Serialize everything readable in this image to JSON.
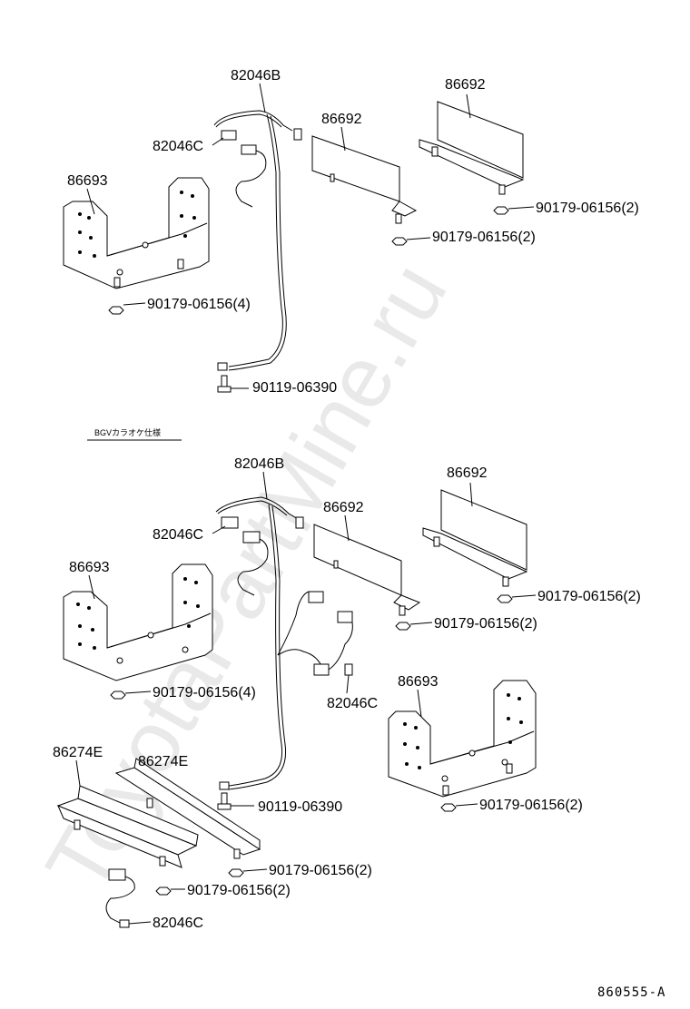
{
  "watermark": "ToyotaPartMine.ru",
  "diagram_code": "860555-A",
  "section_note": "BGVカラオケ仕様",
  "top": {
    "wire_b": "82046B",
    "wire_c": "82046C",
    "bracket_large": "86693",
    "plate_mid": "86692",
    "plate_right": "86692",
    "nut_right": "90179-06156(2)",
    "nut_mid": "90179-06156(2)",
    "nut_left": "90179-06156(4)",
    "bolt": "90119-06390"
  },
  "bottom": {
    "wire_b": "82046B",
    "wire_c_left": "82046C",
    "wire_c_right": "82046C",
    "wire_c_bottom": "82046C",
    "bracket_left": "86693",
    "bracket_right": "86693",
    "plate_mid": "86692",
    "plate_right": "86692",
    "rail_left": "86274E",
    "rail_right": "86274E",
    "nut_right": "90179-06156(2)",
    "nut_mid": "90179-06156(2)",
    "nut_left": "90179-06156(4)",
    "nut_bracket_right": "90179-06156(2)",
    "nut_rail_right": "90179-06156(2)",
    "nut_rail_left": "90179-06156(2)",
    "bolt": "90119-06390"
  }
}
